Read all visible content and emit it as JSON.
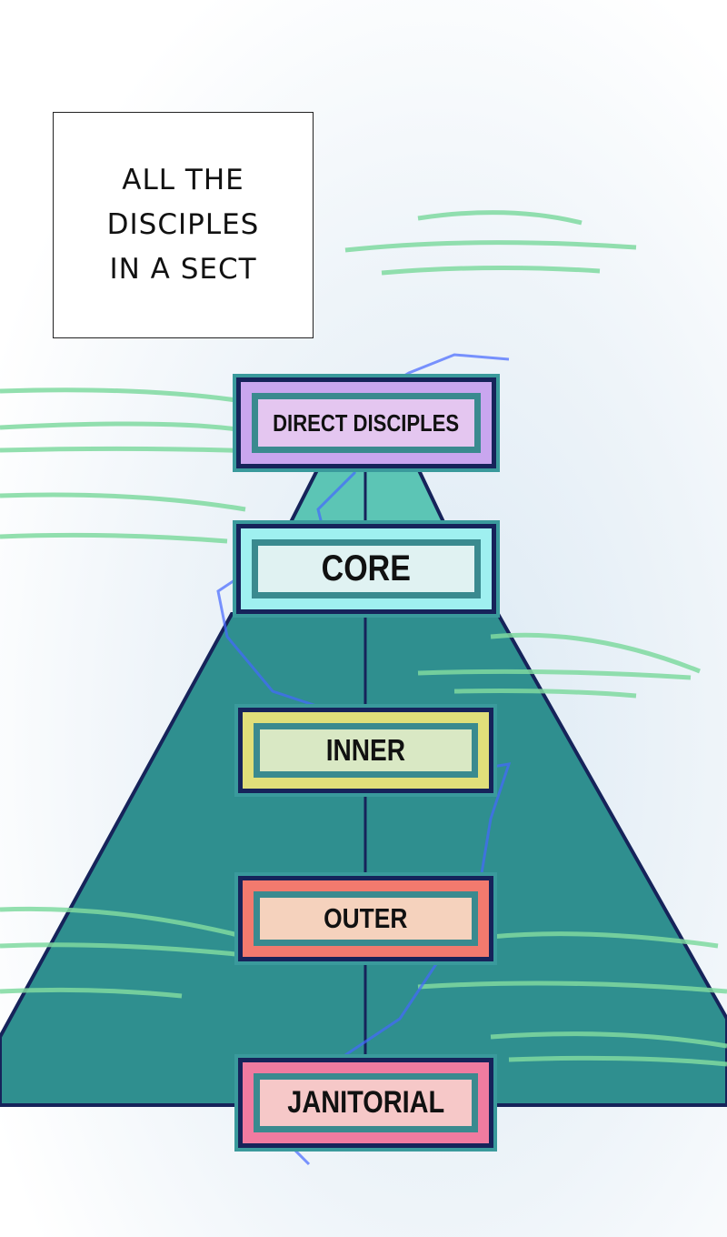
{
  "narration": {
    "lines": [
      "ALL THE",
      "DISCIPLES",
      "IN A SECT"
    ]
  },
  "tiers": [
    {
      "label": "DIRECT DISCIPLES",
      "frame_color": "#c9a6ef",
      "fill_color": "#e4c6f0"
    },
    {
      "label": "CORE",
      "frame_color": "#9ff0f0",
      "fill_color": "#e0f2f2"
    },
    {
      "label": "INNER",
      "frame_color": "#e0df7a",
      "fill_color": "#d9e8c4"
    },
    {
      "label": "OUTER",
      "frame_color": "#f27a6e",
      "fill_color": "#f5d2bd"
    },
    {
      "label": "JANITORIAL",
      "frame_color": "#f07ba0",
      "fill_color": "#f6c8c8"
    }
  ],
  "colors": {
    "pyramid": "#2f8f8f",
    "pyramid_top": "#5cc5b5",
    "outline": "#16235a",
    "cloud": "#7fd9a0",
    "lightning": "#4466ff"
  }
}
